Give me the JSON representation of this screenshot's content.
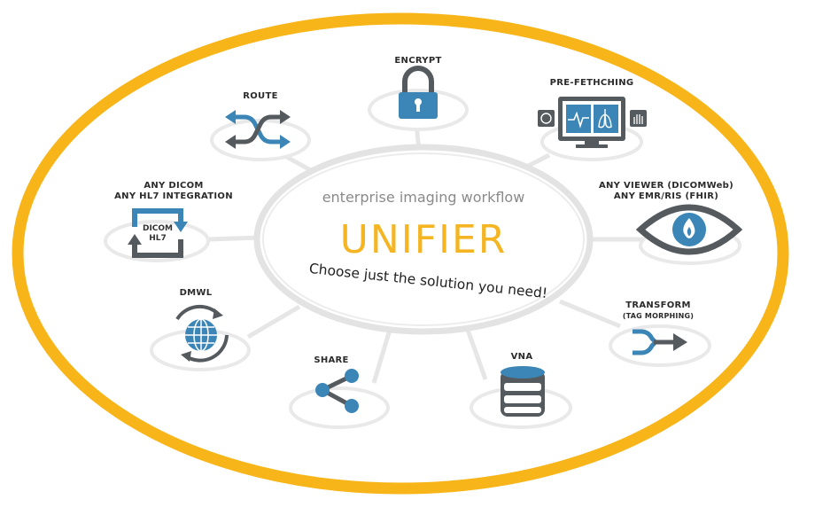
{
  "center": {
    "subtitle": "enterprise imaging workflow",
    "title": "UNIFIER",
    "tagline": "Choose just the solution you need!"
  },
  "nodes": {
    "encrypt": {
      "label": "ENCRYPT",
      "icon": "lock-icon"
    },
    "prefetching": {
      "label": "PRE-FETHCHING",
      "icon": "monitor-icon"
    },
    "route": {
      "label": "ROUTE",
      "icon": "route-arrows-icon"
    },
    "integration": {
      "label_1": "ANY DICOM",
      "label_2": "ANY HL7 INTEGRATION",
      "icon_text_1": "DICOM",
      "icon_text_2": "HL7",
      "icon": "cycle-arrows-icon"
    },
    "viewer": {
      "label_1": "ANY VIEWER (DICOMWeb)",
      "label_2": "ANY EMR/RIS (FHIR)",
      "icon": "eye-icon"
    },
    "dmwl": {
      "label": "DMWL",
      "icon": "globe-icon"
    },
    "transform": {
      "label": "TRANSFORM",
      "sublabel": "(TAG MORPHING)",
      "icon": "merge-arrow-icon"
    },
    "share": {
      "label": "SHARE",
      "icon": "share-icon"
    },
    "vna": {
      "label": "VNA",
      "icon": "database-icon"
    }
  },
  "colors": {
    "ring": "#f7b519",
    "accent_blue": "#3b86b6",
    "dark_gray": "#555a5f",
    "spoke": "#e6e6e6"
  }
}
